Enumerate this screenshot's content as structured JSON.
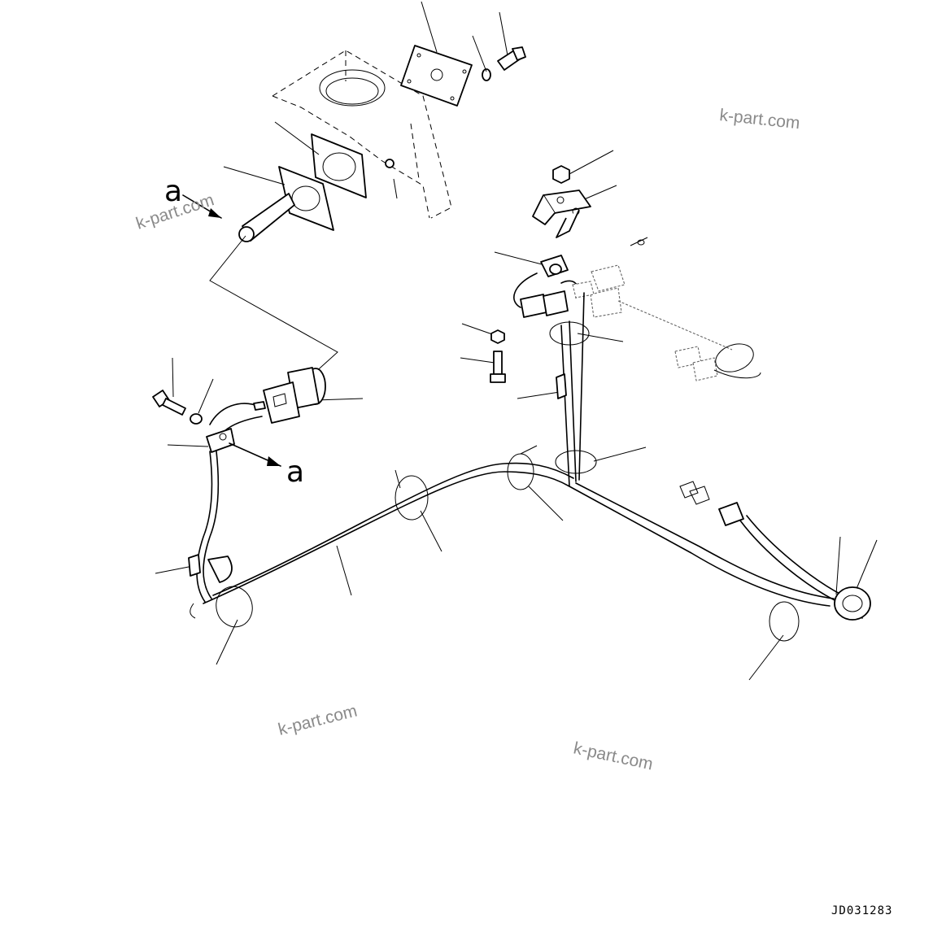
{
  "reference_label_top": "a",
  "reference_label_bottom": "a",
  "watermark": "k-part.com",
  "drawing_code": "JD031283"
}
